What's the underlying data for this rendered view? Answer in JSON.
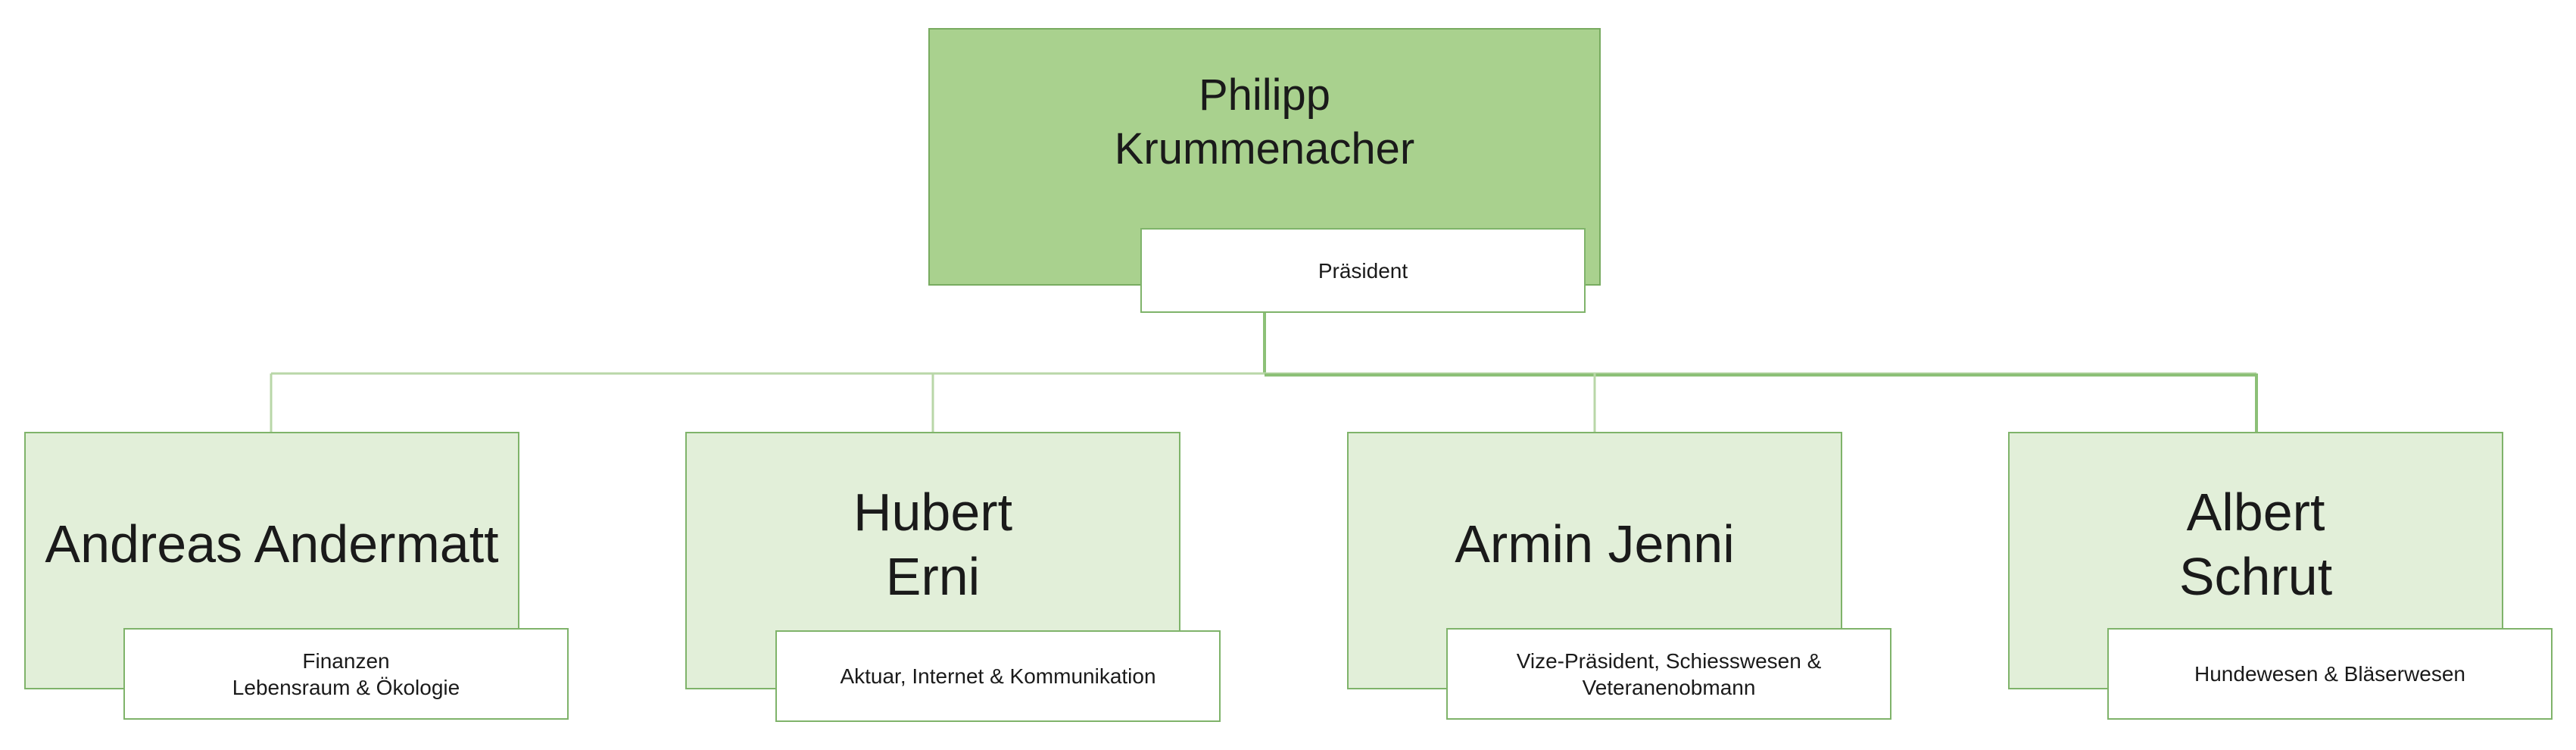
{
  "colors": {
    "top_fill": "#a9d18e",
    "child_fill": "#e2efd9",
    "border": "#7fb36a",
    "role_fill": "#ffffff",
    "connector": "#b9d7a8",
    "connector_main": "#8cc077"
  },
  "top": {
    "name_lines": [
      "Philipp",
      "Krummenacher"
    ],
    "role_lines": [
      "Präsident"
    ]
  },
  "members": [
    {
      "name_lines": [
        "Andreas Andermatt"
      ],
      "role_lines": [
        "Finanzen",
        "Lebensraum & Ökologie"
      ]
    },
    {
      "name_lines": [
        "Hubert",
        "Erni"
      ],
      "role_lines": [
        "Aktuar, Internet & Kommunikation"
      ]
    },
    {
      "name_lines": [
        "Armin Jenni"
      ],
      "role_lines": [
        "Vize-Präsident, Schiesswesen &",
        "Veteranenobmann"
      ]
    },
    {
      "name_lines": [
        "Albert",
        "Schrut"
      ],
      "role_lines": [
        "Hundewesen & Bläserwesen"
      ]
    }
  ]
}
